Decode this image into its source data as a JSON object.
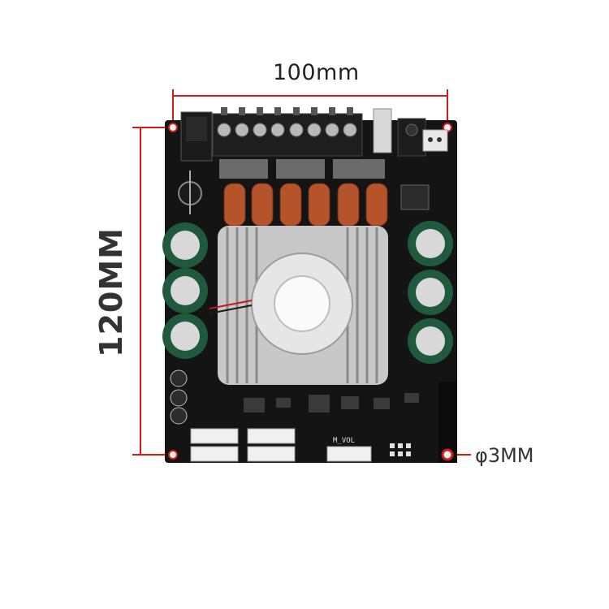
{
  "dimensions": {
    "width_label": "100mm",
    "height_label": "120MM",
    "hole_label": "φ3MM"
  },
  "board": {
    "silkscreen_label": "M_VOL"
  },
  "colors": {
    "pcb": "#141414",
    "dimension_line": "#d41a1a",
    "capacitor": "#1f5a3c",
    "heatsink": "#c8c8c8",
    "inductor": "#b5532a"
  }
}
